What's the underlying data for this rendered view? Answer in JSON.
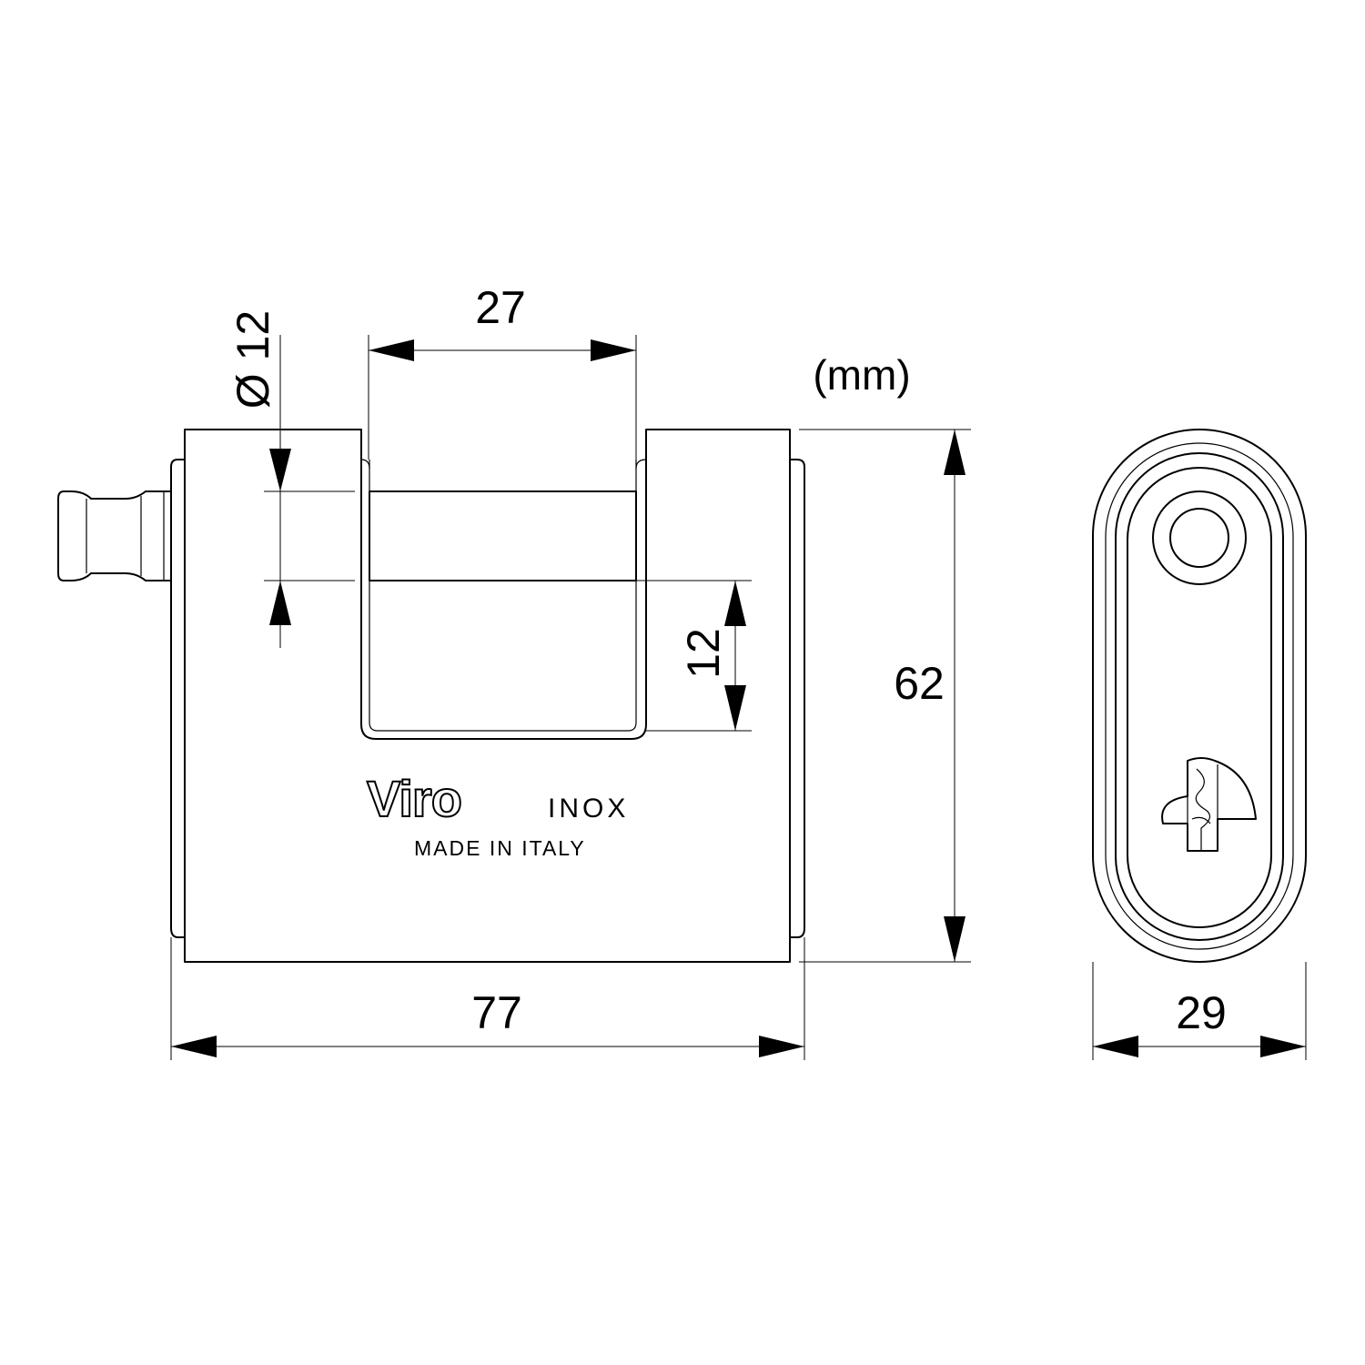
{
  "units": "(mm)",
  "dimensions": {
    "bolt_diameter": "Ø 12",
    "shackle_gap": "27",
    "bolt_clearance": "12",
    "body_height": "62",
    "body_width": "77",
    "body_depth": "29"
  },
  "engraving": {
    "brand": "Viro",
    "material": "INOX",
    "origin": "MADE IN ITALY"
  },
  "colors": {
    "line": "#000000",
    "background": "#ffffff"
  }
}
